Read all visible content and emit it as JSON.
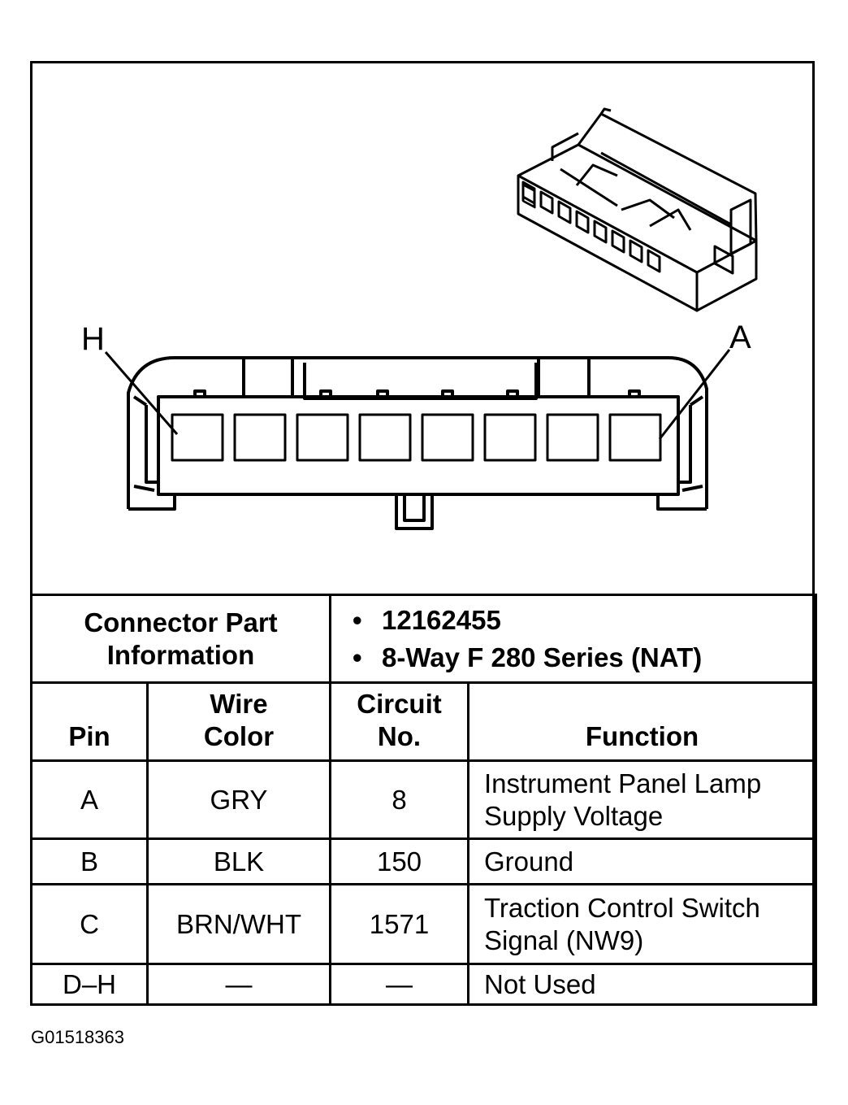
{
  "figure_id": "G01518363",
  "pin_labels": {
    "left": "H",
    "right": "A"
  },
  "connector_info": {
    "label": "Connector Part Information",
    "part_number": "12162455",
    "series": "8-Way F 280 Series (NAT)"
  },
  "table": {
    "headers": {
      "pin": "Pin",
      "wire_color": "Wire Color",
      "circuit_no": "Circuit No.",
      "function": "Function"
    },
    "rows": [
      {
        "pin": "A",
        "wire_color": "GRY",
        "circuit_no": "8",
        "function": "Instrument Panel Lamp Supply Voltage"
      },
      {
        "pin": "B",
        "wire_color": "BLK",
        "circuit_no": "150",
        "function": "Ground"
      },
      {
        "pin": "C",
        "wire_color": "BRN/WHT",
        "circuit_no": "1571",
        "function": "Traction Control Switch Signal (NW9)"
      },
      {
        "pin": "D–H",
        "wire_color": "—",
        "circuit_no": "—",
        "function": "Not Used"
      }
    ]
  }
}
